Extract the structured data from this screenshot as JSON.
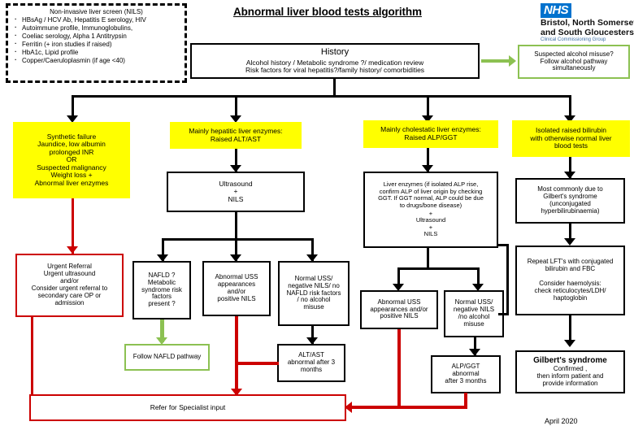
{
  "page": {
    "title": "Abnormal liver blood tests algorithm",
    "date": "April 2020"
  },
  "logo": {
    "badge": "NHS",
    "line1": "Bristol, North Somerset",
    "line2": "and South Gloucestershire",
    "sub": "Clinical Commissioning Group",
    "color": "#0072CE"
  },
  "nils": {
    "heading": "Non-invasive liver screen (NILS)",
    "items": [
      "HBsAg / HCV Ab, Hepatitis E serology, HIV",
      "Autoimmune profile, Immunoglobulins,",
      "Coeliac serology,  Alpha 1 Antitrypsin",
      "Ferritin (+ iron studies if raised)",
      "HbA1c, Lipid profile",
      "Copper/Caeruloplasmin (if age <40)"
    ],
    "indented": [
      false,
      false,
      true,
      false,
      false,
      false
    ]
  },
  "history": {
    "heading": "History",
    "line1": "Alcohol history / Metabolic syndrome ?/ medication review",
    "line2": "Risk factors for viral hepatitis?/family history/ comorbidities"
  },
  "alcohol": {
    "line1": "Suspected alcohol misuse?",
    "line2": "Follow alcohol pathway",
    "line3": "simultaneously",
    "border_color": "#8cc152"
  },
  "branches": {
    "synthetic": [
      "Synthetic failure",
      "Jaundice, low albumin",
      "prolonged INR",
      "OR",
      "Suspected malignancy",
      "Weight loss +",
      "Abnormal liver enzymes"
    ],
    "hepatitic": [
      "Mainly hepatitic liver enzymes:",
      "Raised ALT/AST"
    ],
    "cholestatic": [
      "Mainly cholestatic liver enzymes:",
      "Raised ALP/GGT"
    ],
    "bilirubin": [
      "Isolated raised bilirubin",
      "with otherwise normal liver",
      "blood tests"
    ],
    "highlight_color": "#ffff00"
  },
  "urgent_referral": {
    "lines": [
      "Urgent Referral",
      "Urgent ultrasound",
      "and/or",
      "Consider urgent referral to",
      "secondary care OP or",
      "admission"
    ],
    "border_color": "#cc0000"
  },
  "ultrasound_nils": {
    "lines": [
      "Ultrasound",
      "+",
      "NILS"
    ]
  },
  "nafld": {
    "lines": [
      "NAFLD ?",
      "Metabolic",
      "syndrome risk",
      "factors",
      "present ?"
    ]
  },
  "abnormal_uss_hep": {
    "lines": [
      "Abnormal USS",
      "appearances",
      "and/or",
      "positive NILS"
    ]
  },
  "normal_uss_hep": {
    "lines": [
      "Normal USS/",
      "negative NILS/ no",
      "NAFLD risk factors",
      "/ no alcohol",
      "misuse"
    ]
  },
  "follow_nafld": {
    "label": "Follow NAFLD pathway",
    "border_color": "#8cc152"
  },
  "alt_ast_abnormal": {
    "lines": [
      "ALT/AST",
      "abnormal after 3",
      "months"
    ]
  },
  "refer_specialist": {
    "label": "Refer for Specialist input",
    "border_color": "#cc0000"
  },
  "liver_enzymes_box": {
    "lines": [
      "Liver enzymes (if isolated ALP rise,",
      "confirm ALP of liver origin by checking",
      "GGT. If GGT normal, ALP could be due",
      "to drugs/bone disease)",
      "+",
      "Ultrasound",
      "+",
      "NILS"
    ]
  },
  "abnormal_uss_chol": {
    "lines": [
      "Abnormal USS",
      "appearances and/or",
      "positive NILS"
    ]
  },
  "normal_uss_chol": {
    "lines": [
      "Normal USS/",
      "negative NILS",
      "/no alcohol",
      "misuse"
    ]
  },
  "alp_ggt_abnormal": {
    "lines": [
      "ALP/GGT",
      "abnormal",
      "after 3 months"
    ]
  },
  "gilberts_cause": {
    "lines": [
      "Most commonly due to",
      "Gilbert's syndrome",
      "(unconjugated",
      "hyperbilirubinaemia)"
    ]
  },
  "repeat_lft": {
    "lines": [
      "Repeat LFT's with conjugated",
      "bilirubin and FBC",
      "",
      "Consider haemolysis:",
      "check reticulocytes/LDH/",
      "haptoglobin"
    ]
  },
  "gilberts_confirmed": {
    "heading": "Gilbert's syndrome",
    "lines": [
      "Confirmed ,",
      "then inform patient and",
      "provide information"
    ]
  }
}
